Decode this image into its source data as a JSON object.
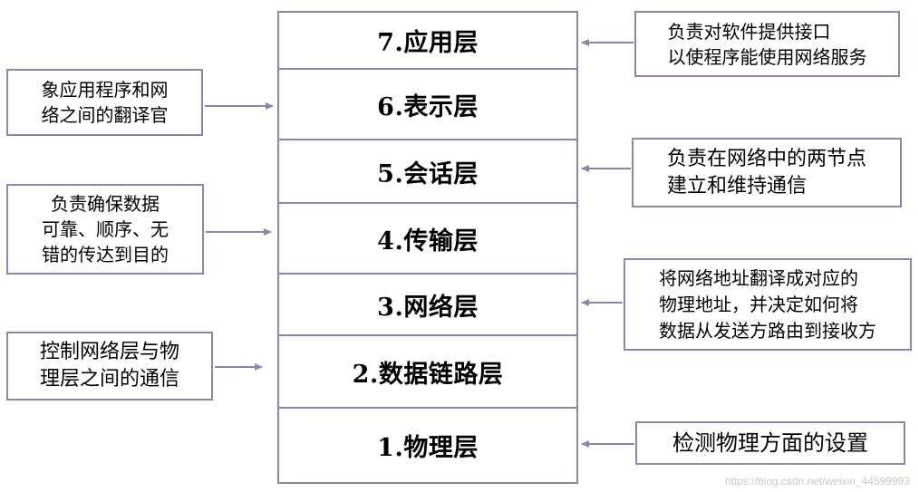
{
  "layers": [
    {
      "label": "7.应用层"
    },
    {
      "label": "6.表示层"
    },
    {
      "label": "5.会话层"
    },
    {
      "label": "4.传输层"
    },
    {
      "label": "3.网络层"
    },
    {
      "label": "2.数据链路层"
    },
    {
      "label": "1.物理层"
    }
  ],
  "notes": {
    "app": "负责对软件提供接口\n以使程序能使用网络服务",
    "presentation": "象应用程序和网\n络之间的翻译官",
    "session": "负责在网络中的两节点\n建立和维持通信",
    "transport": "负责确保数据\n可靠、顺序、无\n错的传达到目的",
    "network": "将网络地址翻译成对应的\n物理地址，并决定如何将\n数据从发送方路由到接收方",
    "datalink": "控制网络层与物\n理层之间的通信",
    "physical": "检测物理方面的设置"
  },
  "watermark": "https://blog.csdn.net/weixin_44599993",
  "colors": {
    "border": "#8a87ae"
  }
}
